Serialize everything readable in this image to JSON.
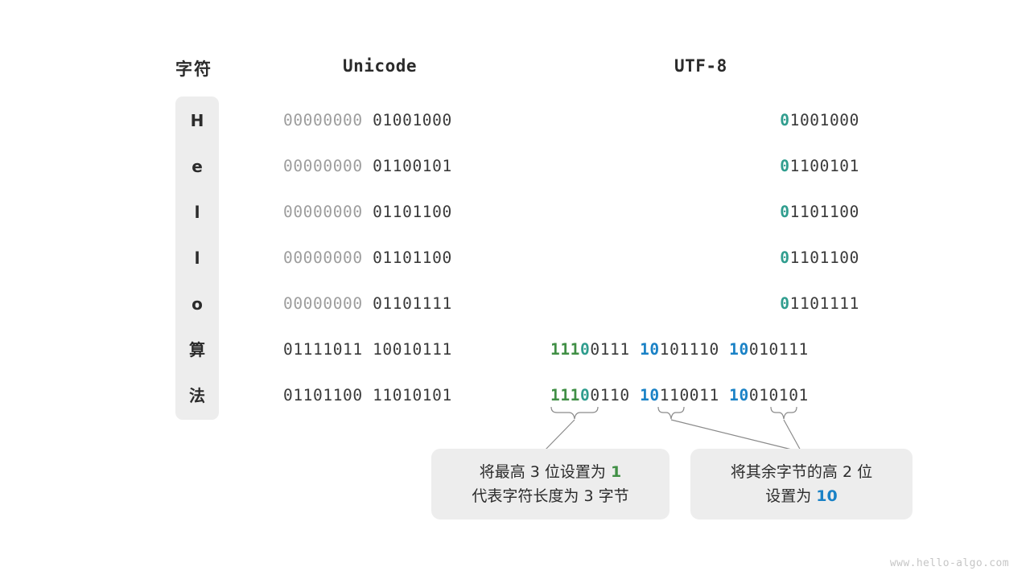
{
  "headers": {
    "character": "字符",
    "unicode": "Unicode",
    "utf8": "UTF-8"
  },
  "colors": {
    "panel_bg": "#ededed",
    "dim_byte": "#9d9d9d",
    "dark_byte": "#3a3a3a",
    "teal_marker": "#2f9d8e",
    "green_marker": "#408f45",
    "blue_marker": "#1a82c6",
    "leader_line": "#8a8a8a",
    "watermark": "#c6c6c6"
  },
  "rows": [
    {
      "char": "H",
      "unicode_high": "00000000",
      "unicode_low": "01001000",
      "utf8_kind": "ascii",
      "utf8_lead": "0",
      "utf8_rest": "1001000"
    },
    {
      "char": "e",
      "unicode_high": "00000000",
      "unicode_low": "01100101",
      "utf8_kind": "ascii",
      "utf8_lead": "0",
      "utf8_rest": "1100101"
    },
    {
      "char": "l",
      "unicode_high": "00000000",
      "unicode_low": "01101100",
      "utf8_kind": "ascii",
      "utf8_lead": "0",
      "utf8_rest": "1101100"
    },
    {
      "char": "l",
      "unicode_high": "00000000",
      "unicode_low": "01101100",
      "utf8_kind": "ascii",
      "utf8_lead": "0",
      "utf8_rest": "1101100"
    },
    {
      "char": "o",
      "unicode_high": "00000000",
      "unicode_low": "01101111",
      "utf8_kind": "ascii",
      "utf8_lead": "0",
      "utf8_rest": "1101111"
    },
    {
      "char": "算",
      "unicode_high": "01111011",
      "unicode_low": "10010111",
      "utf8_kind": "cjk",
      "utf8_b1_green": "111",
      "utf8_b1_teal": "0",
      "utf8_b1_rest": "0111",
      "utf8_b2_blue": "10",
      "utf8_b2_rest": "101110",
      "utf8_b3_blue": "10",
      "utf8_b3_rest": "010111"
    },
    {
      "char": "法",
      "unicode_high": "01101100",
      "unicode_low": "11010101",
      "utf8_kind": "cjk",
      "utf8_b1_green": "111",
      "utf8_b1_teal": "0",
      "utf8_b1_rest": "0110",
      "utf8_b2_blue": "10",
      "utf8_b2_rest": "110011",
      "utf8_b3_blue": "10",
      "utf8_b3_rest": "010101"
    }
  ],
  "callouts": {
    "left": {
      "line1_a": "将最高 3 位设置为 ",
      "line1_marker": "1",
      "line2": "代表字符长度为 3 字节"
    },
    "right": {
      "line1": "将其余字节的高 2 位",
      "line2_a": "设置为 ",
      "line2_marker": "10"
    }
  },
  "watermark": "www.hello-algo.com"
}
